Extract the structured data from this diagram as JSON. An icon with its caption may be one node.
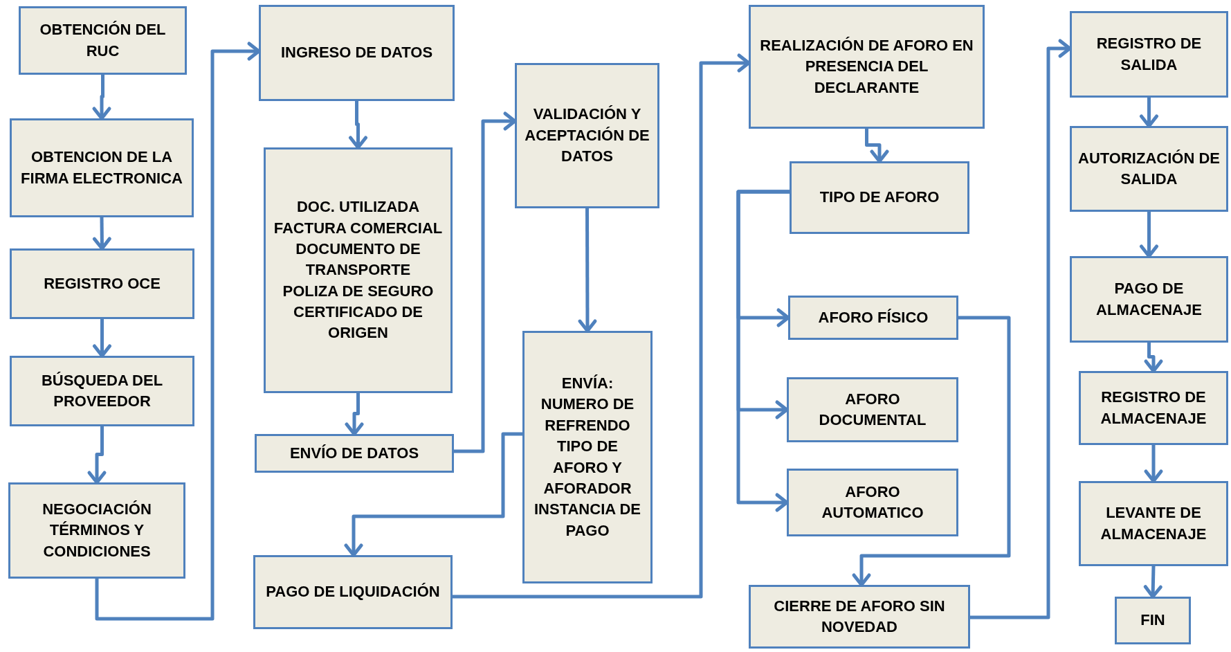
{
  "diagram": {
    "nodes": [
      {
        "text": [
          "OBTENCIÓN DEL RUC"
        ]
      },
      {
        "text": [
          "OBTENCION DE LA FIRMA ELECTRONICA"
        ]
      },
      {
        "text": [
          "REGISTRO OCE"
        ]
      },
      {
        "text": [
          "BÚSQUEDA DEL PROVEEDOR"
        ]
      },
      {
        "text": [
          "NEGOCIACIÓN TÉRMINOS Y CONDICIONES"
        ]
      },
      {
        "text": [
          "INGRESO DE DATOS"
        ]
      },
      {
        "text": [
          "DOC. UTILIZADA",
          "FACTURA COMERCIAL",
          "DOCUMENTO DE TRANSPORTE",
          "POLIZA DE SEGURO",
          "CERTIFICADO DE ORIGEN"
        ]
      },
      {
        "text": [
          "ENVÍO DE DATOS"
        ]
      },
      {
        "text": [
          "VALIDACIÓN Y ACEPTACIÓN DE DATOS"
        ]
      },
      {
        "text": [
          "ENVÍA:",
          "NUMERO DE REFRENDO",
          "TIPO DE AFORO Y AFORADOR",
          "INSTANCIA DE PAGO"
        ]
      },
      {
        "text": [
          "PAGO DE LIQUIDACIÓN"
        ]
      },
      {
        "text": [
          "REALIZACIÓN DE AFORO EN PRESENCIA DEL DECLARANTE"
        ]
      },
      {
        "text": [
          "TIPO DE AFORO"
        ]
      },
      {
        "text": [
          "AFORO FÍSICO"
        ]
      },
      {
        "text": [
          "AFORO DOCUMENTAL"
        ]
      },
      {
        "text": [
          "AFORO AUTOMATICO"
        ]
      },
      {
        "text": [
          "CIERRE DE AFORO SIN NOVEDAD"
        ]
      },
      {
        "text": [
          "REGISTRO DE SALIDA"
        ]
      },
      {
        "text": [
          "AUTORIZACIÓN DE SALIDA"
        ]
      },
      {
        "text": [
          "PAGO DE ALMACENAJE"
        ]
      },
      {
        "text": [
          "REGISTRO DE ALMACENAJE"
        ]
      },
      {
        "text": [
          "LEVANTE DE ALMACENAJE"
        ]
      },
      {
        "text": [
          "FIN"
        ]
      }
    ],
    "edges": [
      {
        "from": 0,
        "to": 1,
        "arrow": "to"
      },
      {
        "from": 1,
        "to": 2,
        "arrow": "to"
      },
      {
        "from": 2,
        "to": 3,
        "arrow": "to"
      },
      {
        "from": 3,
        "to": 4,
        "arrow": "to"
      },
      {
        "from": 4,
        "to": 5,
        "arrow": "to"
      },
      {
        "from": 5,
        "to": 6,
        "arrow": "to"
      },
      {
        "from": 6,
        "to": 7,
        "arrow": "to"
      },
      {
        "from": 7,
        "to": 8,
        "arrow": "to"
      },
      {
        "from": 8,
        "to": 9,
        "arrow": "to"
      },
      {
        "from": 9,
        "to": 10,
        "arrow": "to"
      },
      {
        "from": 10,
        "to": 11,
        "arrow": "to"
      },
      {
        "from": 11,
        "to": 12,
        "arrow": "to"
      },
      {
        "from": 12,
        "to": 13,
        "arrow": "to"
      },
      {
        "from": 12,
        "to": 14,
        "arrow": "to"
      },
      {
        "from": 12,
        "to": 15,
        "arrow": "to"
      },
      {
        "from": 13,
        "to": 16,
        "arrow": "to"
      },
      {
        "from": 16,
        "to": 17,
        "arrow": "to"
      },
      {
        "from": 17,
        "to": 18,
        "arrow": "to"
      },
      {
        "from": 18,
        "to": 19,
        "arrow": "to"
      },
      {
        "from": 19,
        "to": 20,
        "arrow": "to"
      },
      {
        "from": 20,
        "to": 21,
        "arrow": "to"
      },
      {
        "from": 21,
        "to": 22,
        "arrow": "to"
      }
    ]
  }
}
